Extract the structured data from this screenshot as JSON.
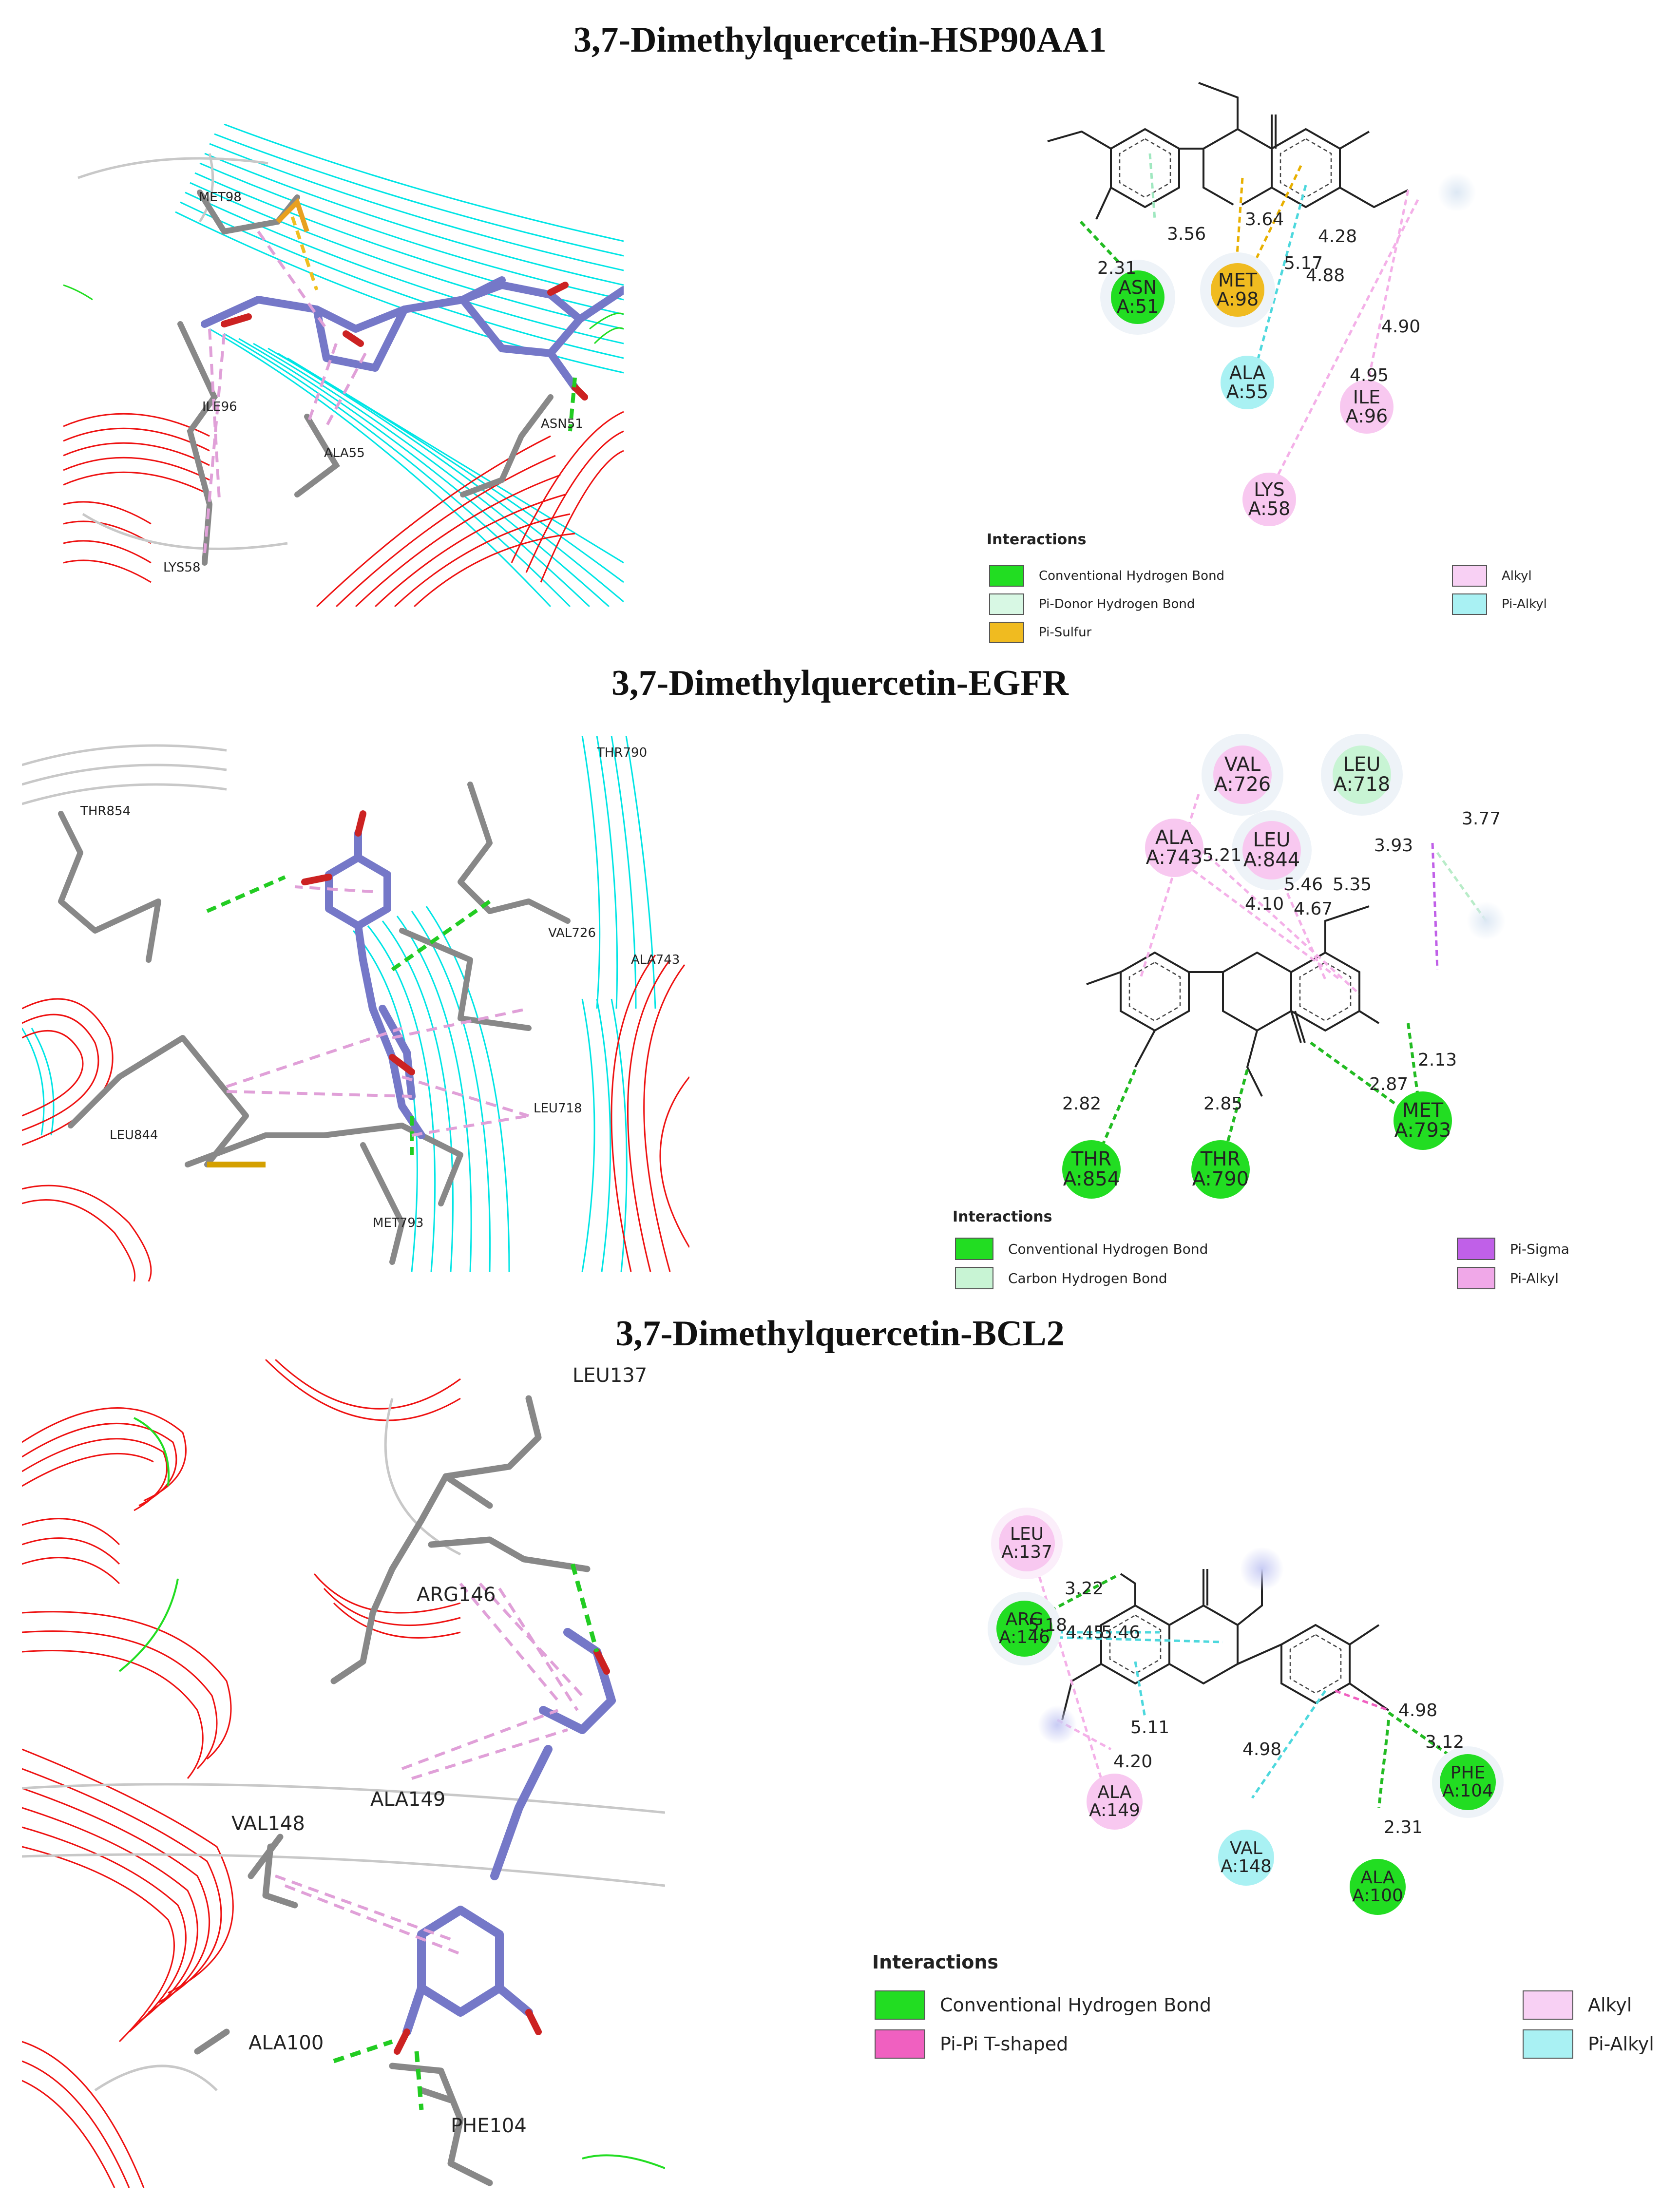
{
  "panels": [
    {
      "title": "3,7-Dimethylquercetin-HSP90AA1",
      "labels_3d": [
        "MET98",
        "ILE96",
        "ALA55",
        "ASN51",
        "LYS58"
      ],
      "residues": [
        {
          "name": "ASN",
          "id": "A:51",
          "color": "#22dd22",
          "text_color": "#222"
        },
        {
          "name": "MET",
          "id": "A:98",
          "color": "#f0bb20",
          "text_color": "#222"
        },
        {
          "name": "ALA",
          "id": "A:55",
          "color": "#a9f1f3",
          "text_color": "#222"
        },
        {
          "name": "ILE",
          "id": "A:96",
          "color": "#f8c8f0",
          "text_color": "#222"
        },
        {
          "name": "LYS",
          "id": "A:58",
          "color": "#f8c8f0",
          "text_color": "#222"
        }
      ],
      "distances": [
        "3.56",
        "2.31",
        "3.64",
        "5.17",
        "4.28",
        "4.88",
        "4.90",
        "4.95"
      ],
      "legend_title": "Interactions",
      "legend": [
        {
          "label": "Conventional Hydrogen Bond",
          "color": "#22dd22"
        },
        {
          "label": "Pi-Donor Hydrogen Bond",
          "color": "#d8f8e4"
        },
        {
          "label": "Pi-Sulfur",
          "color": "#f0bb20"
        },
        {
          "label": "Alkyl",
          "color": "#f8d0f4"
        },
        {
          "label": "Pi-Alkyl",
          "color": "#a9f1f3"
        }
      ]
    },
    {
      "title": "3,7-Dimethylquercetin-EGFR",
      "labels_3d": [
        "THR790",
        "THR854",
        "VAL726",
        "ALA743",
        "LEU718",
        "LEU844",
        "MET793"
      ],
      "residues": [
        {
          "name": "VAL",
          "id": "A:726",
          "color": "#f8c8f0",
          "text_color": "#222"
        },
        {
          "name": "LEU",
          "id": "A:718",
          "color": "#c8f4d4",
          "text_color": "#222"
        },
        {
          "name": "ALA",
          "id": "A:743",
          "color": "#f8c8f0",
          "text_color": "#222"
        },
        {
          "name": "LEU",
          "id": "A:844",
          "color": "#f8c8f0",
          "text_color": "#222"
        },
        {
          "name": "THR",
          "id": "A:854",
          "color": "#22dd22",
          "text_color": "#222"
        },
        {
          "name": "THR",
          "id": "A:790",
          "color": "#22dd22",
          "text_color": "#222"
        },
        {
          "name": "MET",
          "id": "A:793",
          "color": "#22dd22",
          "text_color": "#222"
        }
      ],
      "distances": [
        "3.77",
        "5.21",
        "3.93",
        "5.46",
        "5.35",
        "4.10",
        "4.67",
        "2.13",
        "2.87",
        "2.82",
        "2.85"
      ],
      "legend_title": "Interactions",
      "legend": [
        {
          "label": "Conventional Hydrogen Bond",
          "color": "#22dd22"
        },
        {
          "label": "Carbon Hydrogen Bond",
          "color": "#c8f4d4"
        },
        {
          "label": "Pi-Sigma",
          "color": "#c060e8"
        },
        {
          "label": "Pi-Alkyl",
          "color": "#f0a8e8"
        }
      ]
    },
    {
      "title": "3,7-Dimethylquercetin-BCL2",
      "labels_3d": [
        "LEU137",
        "ARG146",
        "VAL148",
        "ALA149",
        "ALA100",
        "PHE104"
      ],
      "residues": [
        {
          "name": "LEU",
          "id": "A:137",
          "color": "#f8c8f0",
          "text_color": "#222"
        },
        {
          "name": "ARG",
          "id": "A:146",
          "color": "#22dd22",
          "text_color": "#222"
        },
        {
          "name": "ALA",
          "id": "A:149",
          "color": "#f8c8f0",
          "text_color": "#222"
        },
        {
          "name": "VAL",
          "id": "A:148",
          "color": "#a9f1f3",
          "text_color": "#222"
        },
        {
          "name": "ALA",
          "id": "A:100",
          "color": "#22dd22",
          "text_color": "#222"
        },
        {
          "name": "PHE",
          "id": "A:104",
          "color": "#22dd22",
          "text_color": "#222"
        }
      ],
      "distances": [
        "3.22",
        "5.18",
        "4.45",
        "5.46",
        "5.11",
        "4.20",
        "4.98",
        "4.98",
        "3.12",
        "2.31"
      ],
      "legend_title": "Interactions",
      "legend": [
        {
          "label": "Conventional Hydrogen Bond",
          "color": "#22dd22"
        },
        {
          "label": "Pi-Pi T-shaped",
          "color": "#f060c0"
        },
        {
          "label": "Alkyl",
          "color": "#f8d0f4"
        },
        {
          "label": "Pi-Alkyl",
          "color": "#a9f1f3"
        }
      ]
    }
  ]
}
